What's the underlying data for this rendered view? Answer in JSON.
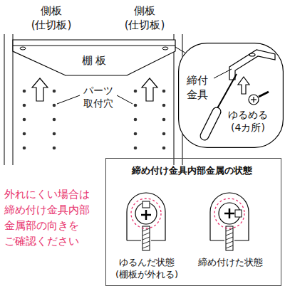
{
  "diagram": {
    "nodes": [
      {
        "text": [
          "側板 (仕切板)"
        ]
      },
      {
        "text": [
          "側板 (仕切板)"
        ]
      },
      {
        "text": [
          "棚 板"
        ]
      },
      {
        "text": [
          "締付 金具",
          "ゆるめる (4カ所)"
        ]
      },
      {
        "text": [
          "締め付け金具内部金属の状態",
          "ゆるんだ状態 (棚板が外れる)",
          "締め付けた状態"
        ]
      }
    ],
    "edges": [
      {
        "from": 2,
        "to": 3,
        "arrow": "none"
      }
    ],
    "labels": [
      "パーツ 取付穴",
      "外れにくい場合は 締め付け金具内部 金属部の向きを ご確認ください"
    ]
  }
}
